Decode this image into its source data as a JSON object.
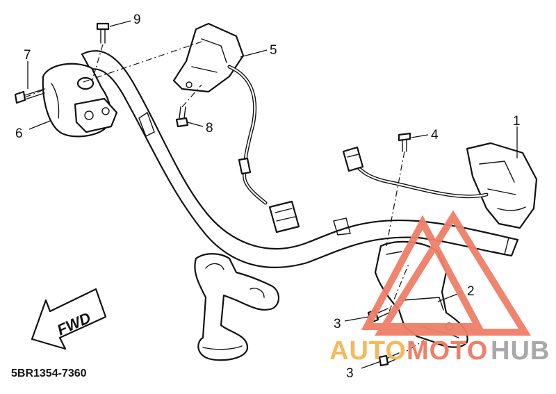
{
  "diagram": {
    "callouts": [
      "1",
      "2",
      "3",
      "3",
      "4",
      "5",
      "6",
      "7",
      "8",
      "9"
    ],
    "drawing_code": "5BR1354-7360",
    "direction_label": "FWD"
  },
  "watermark": {
    "auto_text": "AUTOMOTO",
    "hub_text": "HUB",
    "accent_color": "#f07f68",
    "orange_color": "#f5b85c",
    "gray_color": "#a8a8a8"
  }
}
